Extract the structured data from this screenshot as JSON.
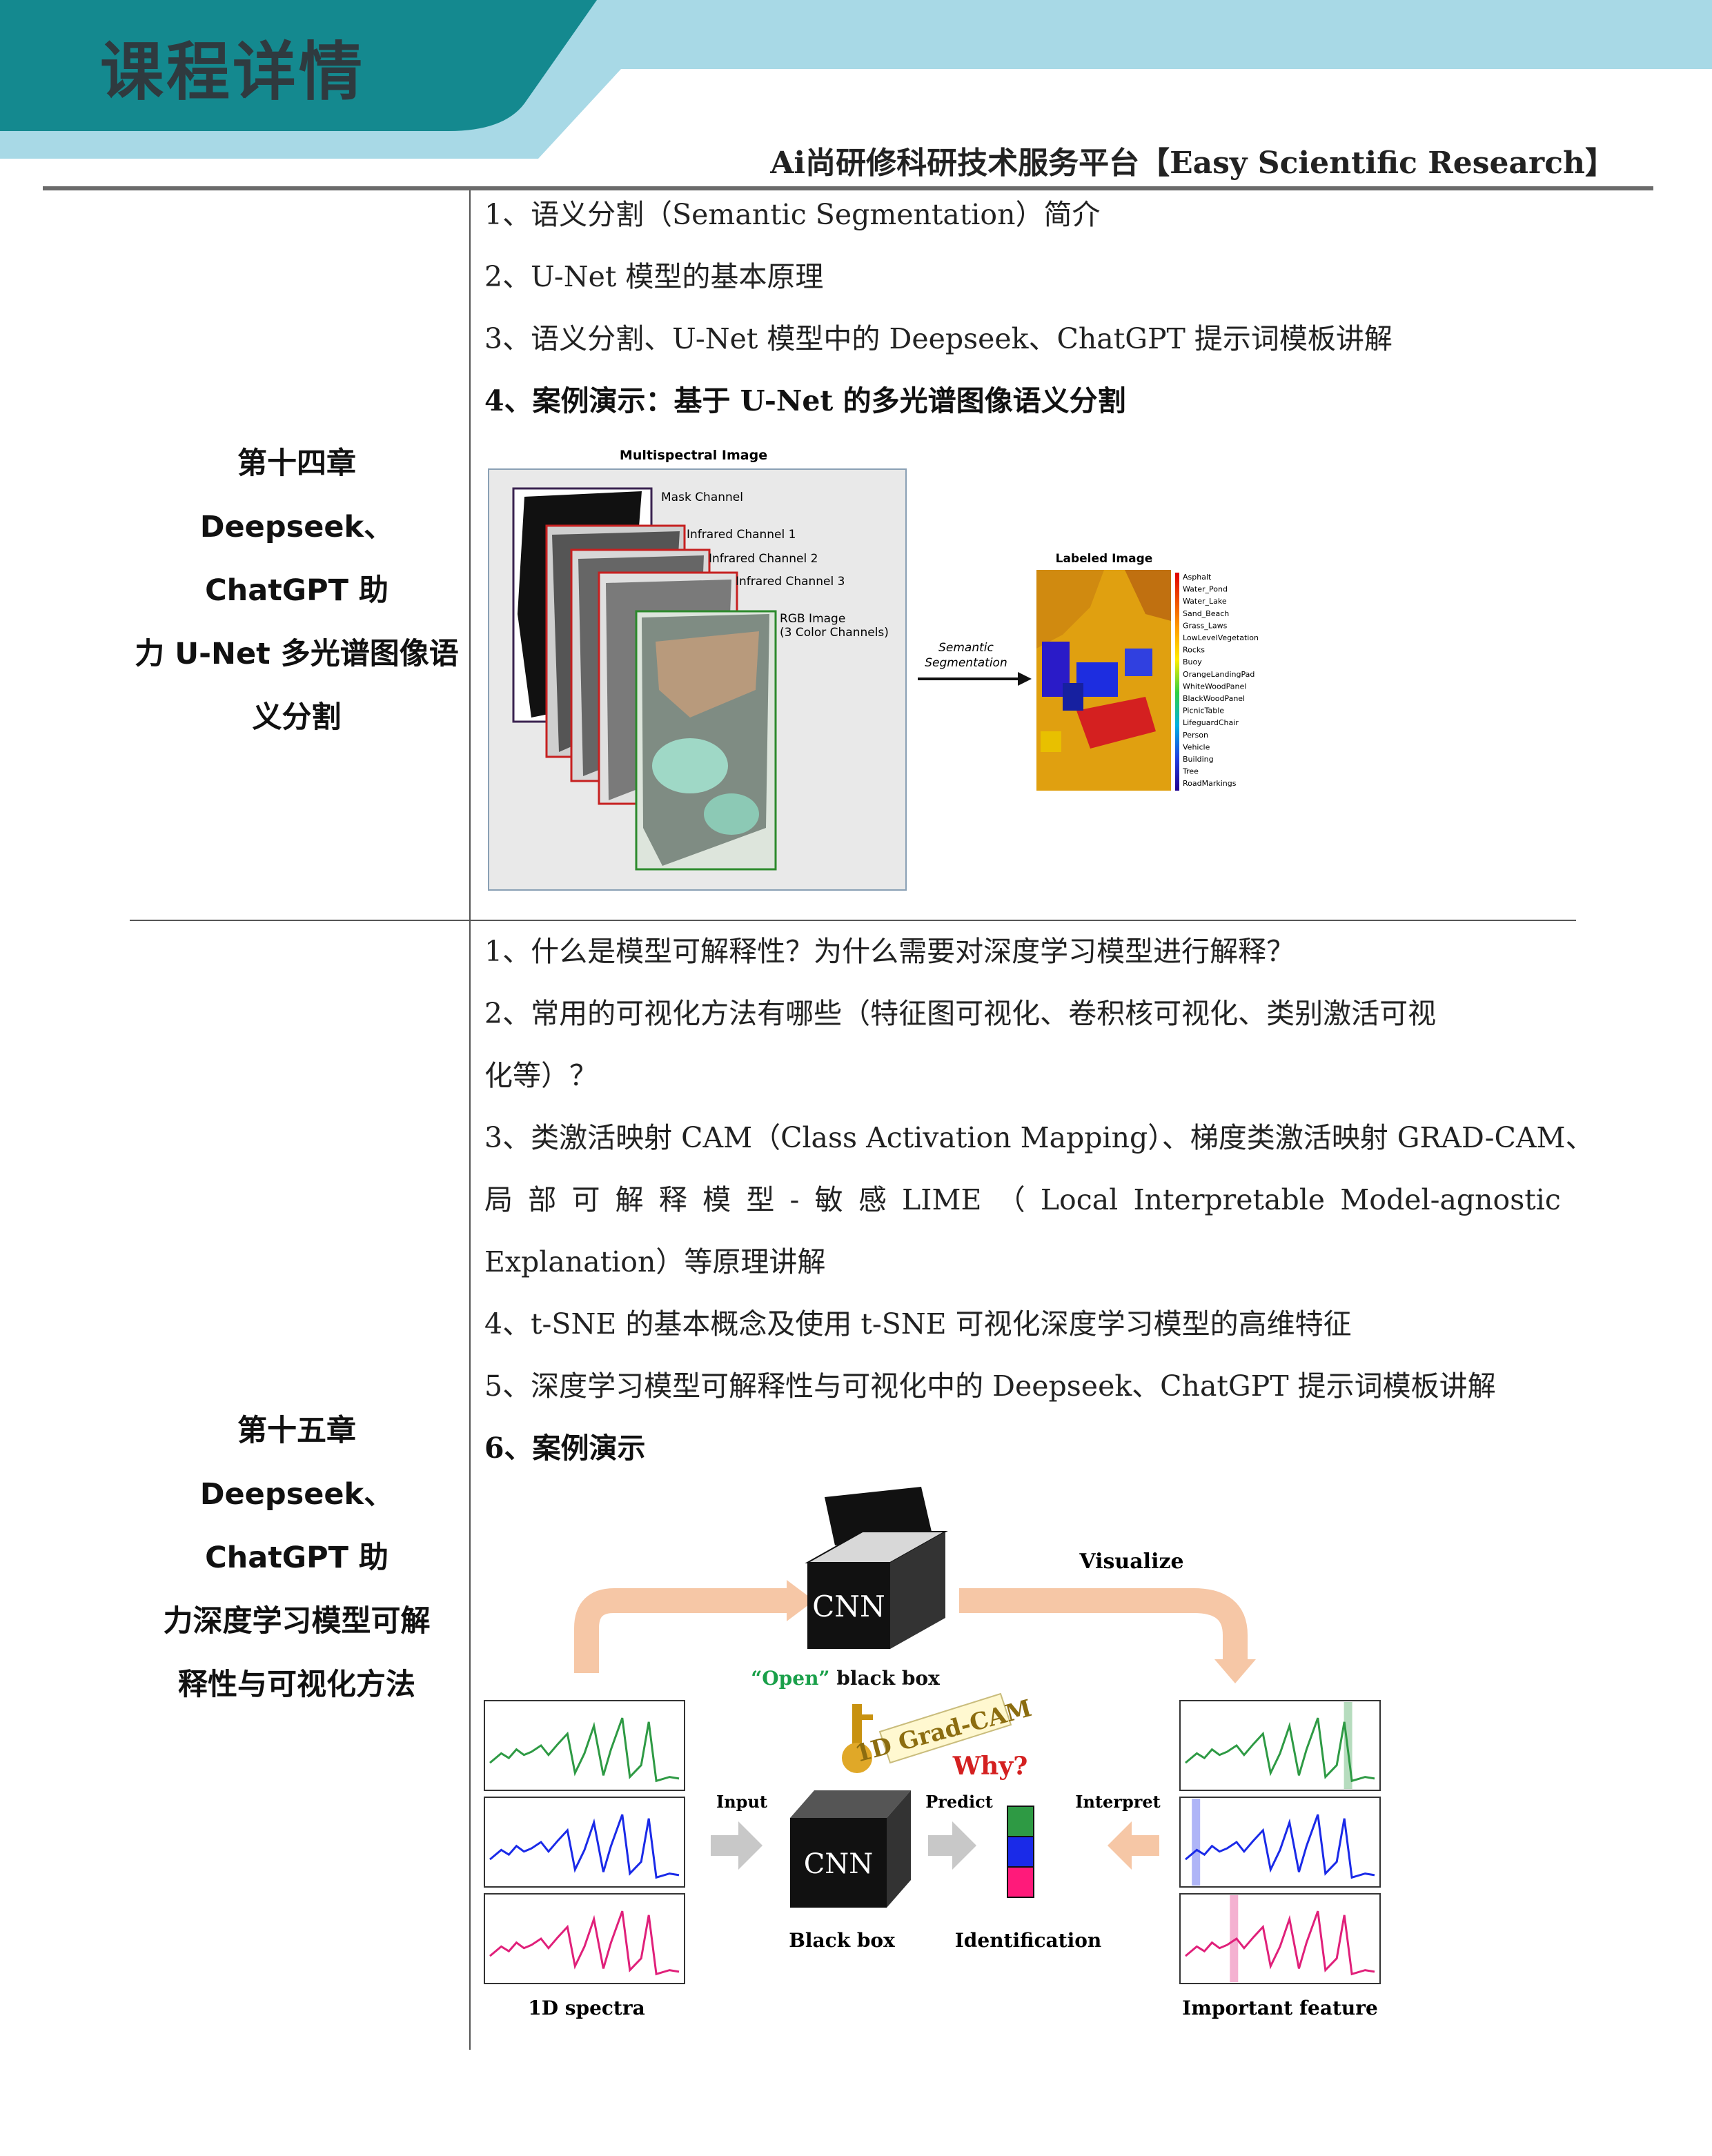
{
  "header": {
    "title": "课程详情",
    "platform": "Ai尚研修科研技术服务平台【Easy Scientific Research】",
    "colors": {
      "teal": "#14898f",
      "light_blue": "#a8d9e6"
    }
  },
  "chapter14": {
    "heading_lines": [
      "第十四章",
      "Deepseek、ChatGPT 助",
      "力 U-Net 多光谱图像语",
      "义分割"
    ],
    "items": [
      "1、语义分割（Semantic Segmentation）简介",
      "2、U-Net 模型的基本原理",
      "3、语义分割、U-Net 模型中的 Deepseek、ChatGPT 提示词模板讲解",
      "4、案例演示：基于 U-Net 的多光谱图像语义分割"
    ],
    "figure": {
      "title_multispectral": "Multispectral Image",
      "channels": [
        "Mask Channel",
        "Infrared Channel 1",
        "Infrared Channel 2",
        "Infrared Channel 3",
        "RGB Image",
        "(3 Color Channels)"
      ],
      "arrow_label": [
        "Semantic",
        "Segmentation"
      ],
      "title_labeled": "Labeled Image",
      "legend": [
        "Asphalt",
        "Water_Pond",
        "Water_Lake",
        "Sand_Beach",
        "Grass_Laws",
        "LowLevelVegetation",
        "Rocks",
        "Buoy",
        "OrangeLandingPad",
        "WhiteWoodPanel",
        "BlackWoodPanel",
        "PicnicTable",
        "LifeguardChair",
        "Person",
        "Vehicle",
        "Building",
        "Tree",
        "RoadMarkings"
      ]
    }
  },
  "chapter15": {
    "heading_lines": [
      "第十五章",
      "Deepseek、ChatGPT 助",
      "力深度学习模型可解",
      "释性与可视化方法"
    ],
    "item1": "1、什么是模型可解释性？为什么需要对深度学习模型进行解释？",
    "item2a": "2、常用的可视化方法有哪些（特征图可视化、卷积核可视化、类别激活可视",
    "item2b": "化等）？",
    "item3a": "3、类激活映射 CAM（Class Activation Mapping）、梯度类激活映射 GRAD-CAM、",
    "item3b_words": [
      "局",
      "部",
      "可",
      "解",
      "释",
      "模",
      "型",
      "-",
      "敏",
      "感",
      "LIME",
      "（",
      "Local",
      "Interpretable",
      "Model-agnostic"
    ],
    "item3c": "Explanation）等原理讲解",
    "item4": "4、t-SNE 的基本概念及使用 t-SNE 可视化深度学习模型的高维特征",
    "item5": "5、深度学习模型可解释性与可视化中的 Deepseek、ChatGPT 提示词模板讲解",
    "item6": "6、案例演示",
    "figure": {
      "cnn_top": "CNN",
      "visualize": "Visualize",
      "open_quote": "“Open”",
      "black_box_suffix": " black box",
      "gradcam": "1D Grad-CAM",
      "why": "Why?",
      "input": "Input",
      "predict": "Predict",
      "interpret": "Interpret",
      "cnn_bottom": "CNN",
      "black_box": "Black box",
      "identification": "Identification",
      "spectra": "1D spectra",
      "important": "Important feature"
    }
  }
}
